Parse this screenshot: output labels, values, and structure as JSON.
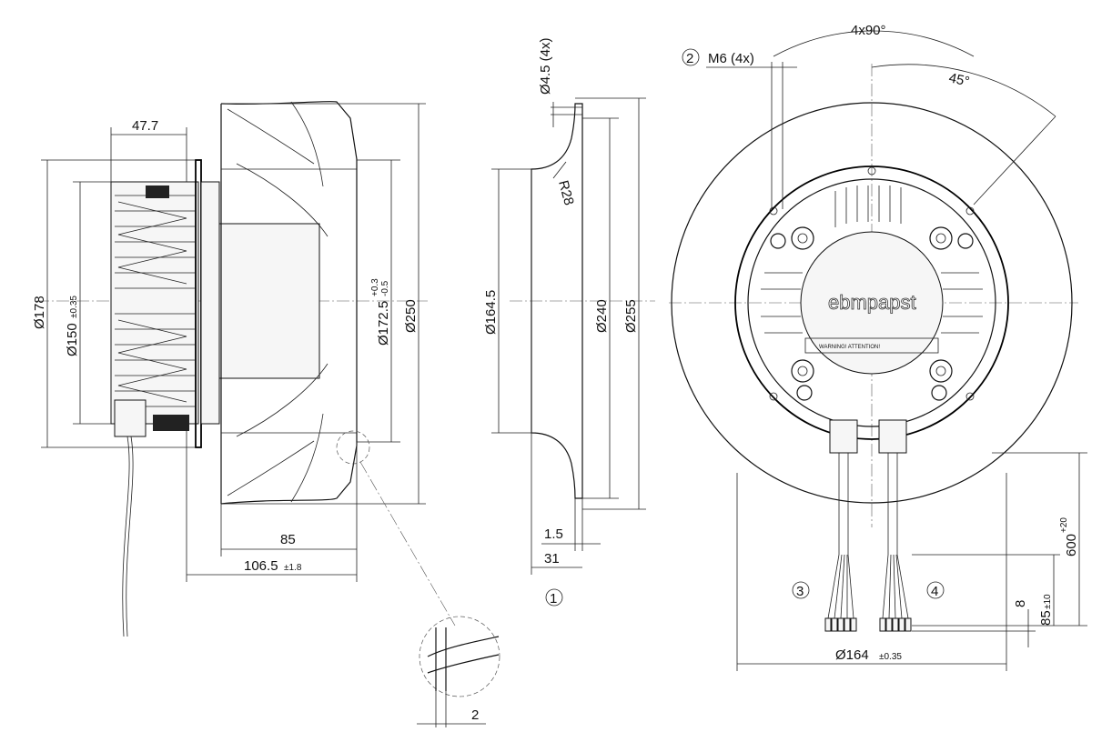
{
  "side_view": {
    "dim_housing_depth": "47.7",
    "dim_dia_178": "Ø178",
    "dim_dia_150": "Ø150",
    "dim_dia_150_tol": "±0.35",
    "dim_dia_1725": "Ø172.5",
    "dim_dia_1725_tol_upper": "+0.3",
    "dim_dia_1725_tol_lower": "-0.5",
    "dim_dia_250": "Ø250",
    "dim_length_85": "85",
    "dim_length_1065": "106.5",
    "dim_length_1065_tol": "±1.8"
  },
  "inlet_ring": {
    "dim_hole_dia": "Ø4.5 (4x)",
    "dim_radius": "R28",
    "dim_dia_1645": "Ø164.5",
    "dim_dia_240": "Ø240",
    "dim_dia_255": "Ø255",
    "dim_thickness": "1.5",
    "dim_depth": "31",
    "callout": "1"
  },
  "detail": {
    "dim_gap": "2"
  },
  "front_view": {
    "dim_angle_4x90": "4x90°",
    "dim_angle_45": "45°",
    "callout_thread": "2",
    "dim_thread": "M6 (4x)",
    "callout_cable_left": "3",
    "callout_cable_right": "4",
    "dim_dia_164": "Ø164",
    "dim_dia_164_tol": "±0.35",
    "dim_cable_length": "600",
    "dim_cable_length_tol": "+20",
    "dim_strip_85": "85",
    "dim_strip_85_tol": "±10",
    "dim_strip_8": "8",
    "brand_logo": "ebmpapst",
    "warning_label": "WARNING! ATTENTION!"
  }
}
